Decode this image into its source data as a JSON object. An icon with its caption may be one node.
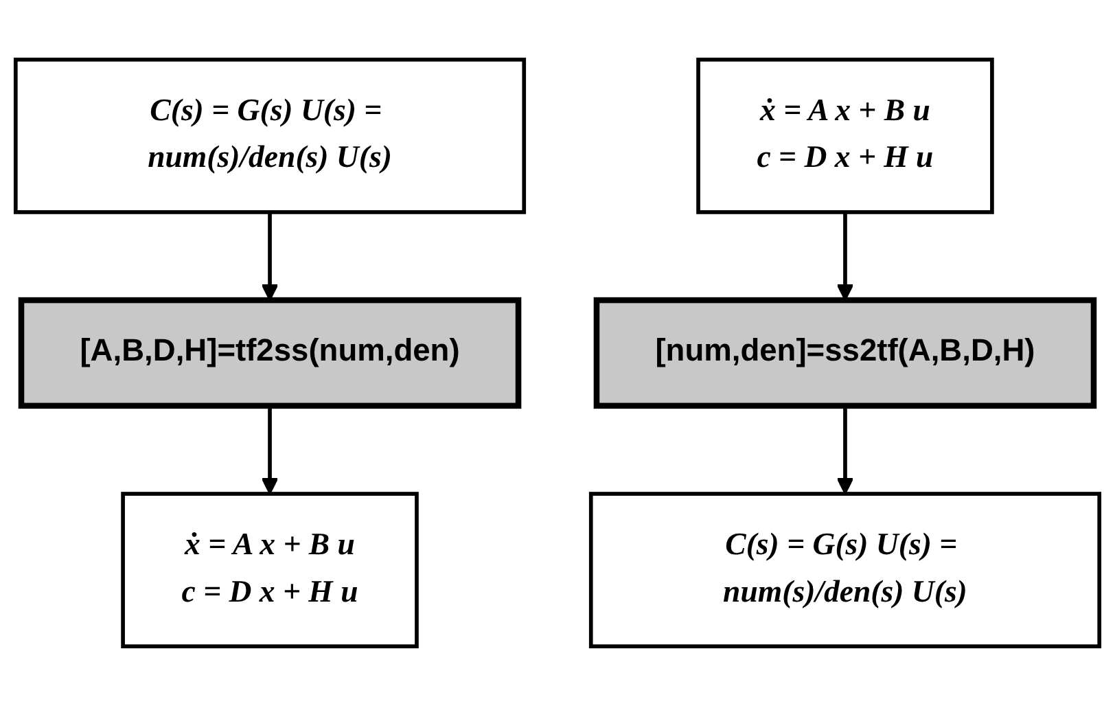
{
  "diagram": {
    "nodes": [
      {
        "text": [
          "ẋ = A x + B u",
          "c = D x + H u"
        ]
      },
      {
        "text": [
          "C(s) = G(s) U(s) = num(s)/den(s) U(s)"
        ]
      },
      {
        "text": [
          "[A,B,D,H]=tf2ss(num,den)"
        ]
      },
      {
        "text": [
          "[num,den]=ss2tf(A,B,D,H)"
        ]
      },
      {
        "text": [
          "C(s) = G(s) U(s) = num(s)/den(s) U(s)"
        ]
      },
      {
        "text": [
          "ẋ = A x + B u",
          "c = D x + H u"
        ]
      }
    ],
    "edges": [
      {
        "from": 2,
        "to": 0,
        "arrow": "to"
      },
      {
        "from": 1,
        "to": 2,
        "arrow": "to"
      },
      {
        "from": 3,
        "to": 4,
        "arrow": "to"
      },
      {
        "from": 5,
        "to": 3,
        "arrow": "to"
      }
    ]
  }
}
